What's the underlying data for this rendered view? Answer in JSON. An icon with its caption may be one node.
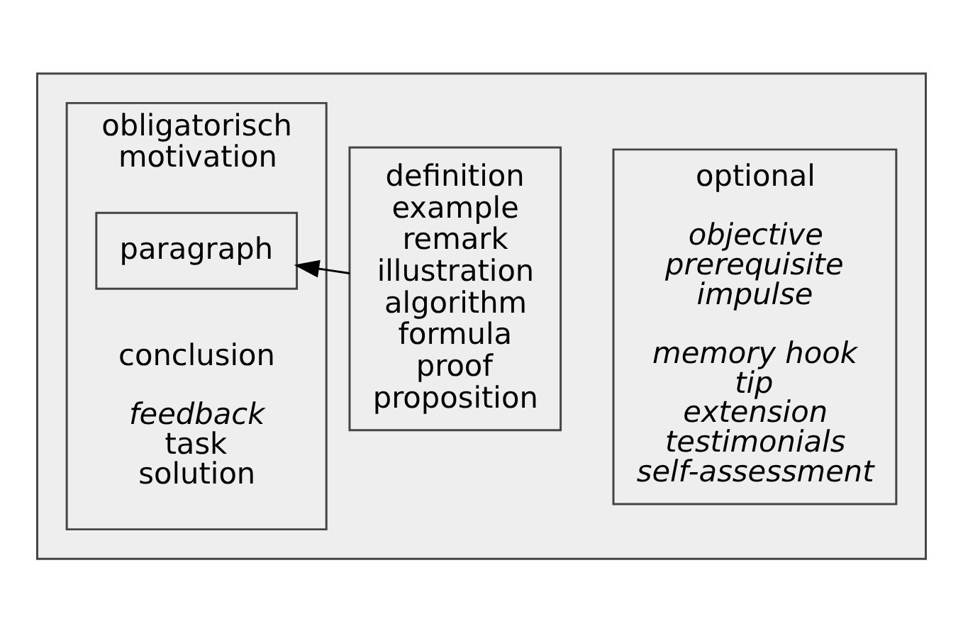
{
  "diagram": {
    "nodes": [
      {
        "text": [],
        "shape": "box"
      },
      {
        "text": [
          "obligatorisch",
          "motivation",
          "conclusion",
          "*feedback* task solution"
        ],
        "in": 0
      },
      {
        "text": [
          "paragraph"
        ],
        "in": 1
      },
      {
        "text": [
          "definition example remark illustration algorithm formula proof proposition"
        ],
        "in": 0
      },
      {
        "text": [
          "optional",
          "objective prerequisite impulse",
          "memory hook tip extension testimonials self-assessment"
        ],
        "in": 0
      }
    ],
    "edges": [
      {
        "from": 3,
        "to": 2,
        "arrow": "to"
      }
    ]
  }
}
